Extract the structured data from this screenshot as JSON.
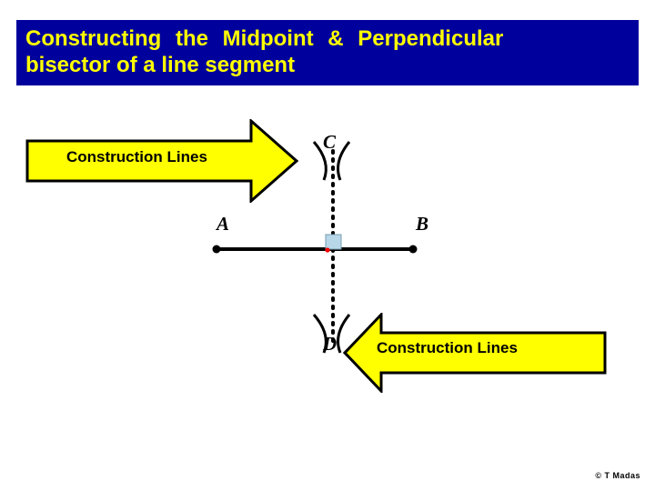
{
  "title": {
    "line1": "Constructing  the  Midpoint  &  Perpendicular",
    "line2": "bisector of a line segment",
    "bg_color": "#00009C",
    "text_color": "#FFFF00"
  },
  "callouts": [
    {
      "id": "left",
      "label": "Construction Lines",
      "fill": "#FFFF00",
      "stroke": "#000000",
      "direction": "right"
    },
    {
      "id": "right",
      "label": "Construction Lines",
      "fill": "#FFFF00",
      "stroke": "#000000",
      "direction": "left"
    }
  ],
  "diagram": {
    "segment_label_A": "A",
    "segment_label_B": "B",
    "arc_intersection_top": "C",
    "arc_intersection_bottom": "D",
    "line_color": "#000000",
    "bisector_color": "#000000",
    "midpoint_marker_color": "#FF0000",
    "right_angle_box_color": "#B7D7E8"
  },
  "credit": "© T Madas"
}
